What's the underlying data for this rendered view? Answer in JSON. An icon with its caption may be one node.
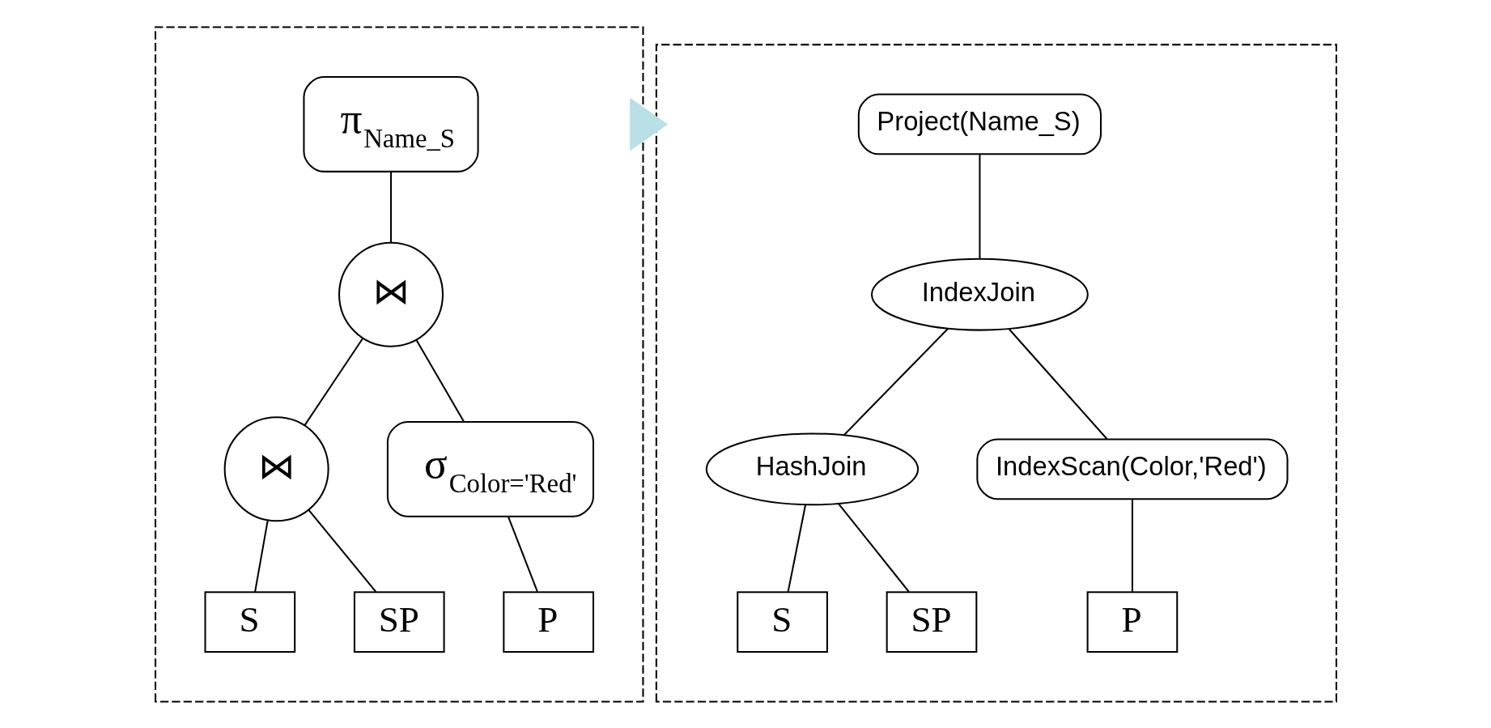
{
  "diagram": {
    "nodes": [
      {
        "text": [],
        "shape": "triangle"
      },
      {
        "text": [
          "π$_{Name_S}$"
        ],
        "in": 0
      },
      {
        "text": [
          "⋈"
        ],
        "in": 0
      },
      {
        "text": [
          "⋈"
        ],
        "in": 0
      },
      {
        "text": [
          "σ$_{Color='Red'}$"
        ],
        "in": 0
      },
      {
        "text": [
          "S"
        ],
        "in": 0
      },
      {
        "text": [
          "SP"
        ],
        "in": 0
      },
      {
        "text": [
          "P"
        ],
        "in": 0
      },
      {
        "text": [],
        "shape": "triangle"
      },
      {
        "text": [
          "Project(Name_S)"
        ],
        "in": 8
      },
      {
        "text": [
          "IndexJoin"
        ],
        "in": 8
      },
      {
        "text": [
          "HashJoin"
        ],
        "in": 8
      },
      {
        "text": [
          "IndexScan(Color,'Red')"
        ],
        "in": 8
      },
      {
        "text": [
          "S"
        ],
        "in": 8
      },
      {
        "text": [
          "SP"
        ],
        "in": 8
      },
      {
        "text": [
          "P"
        ],
        "in": 8
      }
    ],
    "edges": [
      {
        "from": 1,
        "to": 2,
        "arrow": "none"
      },
      {
        "from": 2,
        "to": 3,
        "arrow": "none"
      },
      {
        "from": 2,
        "to": 4,
        "arrow": "none"
      },
      {
        "from": 3,
        "to": 5,
        "arrow": "none"
      },
      {
        "from": 3,
        "to": 6,
        "arrow": "none"
      },
      {
        "from": 4,
        "to": 7,
        "arrow": "none"
      },
      {
        "from": 0,
        "to": 8,
        "arrow": "to",
        "style": "thick",
        "color": "#b9e0e4"
      },
      {
        "from": 9,
        "to": 10,
        "arrow": "none"
      },
      {
        "from": 10,
        "to": 11,
        "arrow": "none"
      },
      {
        "from": 10,
        "to": 12,
        "arrow": "none"
      },
      {
        "from": 11,
        "to": 13,
        "arrow": "none"
      },
      {
        "from": 11,
        "to": 14,
        "arrow": "none"
      },
      {
        "from": 12,
        "to": 15,
        "arrow": "none"
      }
    ]
  }
}
